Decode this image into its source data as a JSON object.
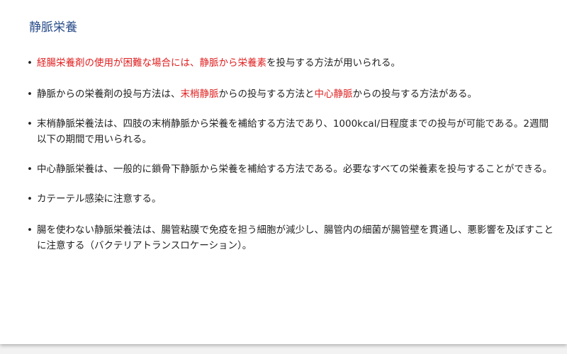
{
  "title": "静脈栄養",
  "colors": {
    "title": "#2a4d8a",
    "text": "#222222",
    "highlight": "#e02020"
  },
  "bullets": [
    {
      "segments": [
        {
          "text": "経腸栄養剤の使用が困難な場合には、静脈から栄養素",
          "highlight": true
        },
        {
          "text": "を投与する方法が用いられる。",
          "highlight": false
        }
      ]
    },
    {
      "segments": [
        {
          "text": "静脈からの栄養剤の投与方法は、",
          "highlight": false
        },
        {
          "text": "末梢静脈",
          "highlight": true
        },
        {
          "text": "からの投与する方法と",
          "highlight": false
        },
        {
          "text": "中心静脈",
          "highlight": true
        },
        {
          "text": "からの投与する方法がある。",
          "highlight": false
        }
      ]
    },
    {
      "segments": [
        {
          "text": "末梢静脈栄養法は、四肢の末梢静脈から栄養を補給する方法であり、1000kcal/日程度までの投与が可能である。2週間以下の期間で用いられる。",
          "highlight": false
        }
      ]
    },
    {
      "segments": [
        {
          "text": "中心静脈栄養は、一般的に鎖骨下静脈から栄養を補給する方法である。必要なすべての栄養素を投与することができる。",
          "highlight": false
        }
      ]
    },
    {
      "segments": [
        {
          "text": "カテーテル感染に注意する。",
          "highlight": false
        }
      ]
    },
    {
      "segments": [
        {
          "text": "腸を使わない静脈栄養法は、腸管粘膜で免疫を担う細胞が減少し、腸管内の細菌が腸管壁を貫通し、悪影響を及ぼすことに注意する（バクテリアトランスロケーション）。",
          "highlight": false
        }
      ]
    }
  ]
}
